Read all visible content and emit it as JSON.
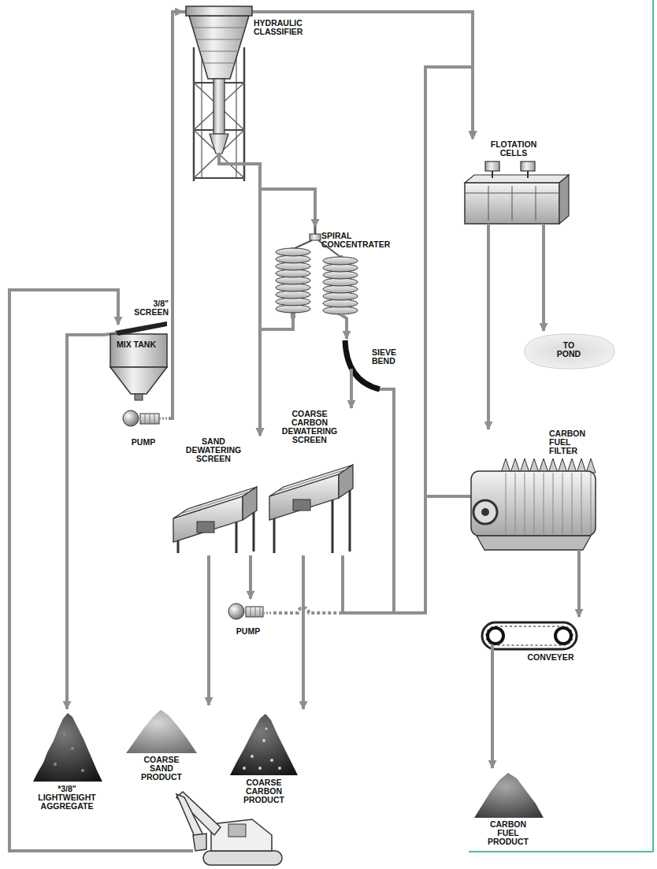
{
  "diagram": {
    "nodes": [
      {
        "text": [
          "HYDRAULIC CLASSIFIER"
        ]
      },
      {
        "text": [
          "FLOTATION CELLS"
        ]
      },
      {
        "text": [
          "SPIRAL CONCENTRATER"
        ]
      },
      {
        "text": [
          "3/8\" SCREEN",
          "MIX TANK"
        ]
      },
      {
        "text": [
          "TO POND"
        ]
      },
      {
        "text": [
          "SIEVE BEND"
        ]
      },
      {
        "text": [
          "PUMP"
        ]
      },
      {
        "text": [
          "SAND DEWATERING SCREEN"
        ]
      },
      {
        "text": [
          "COARSE CARBON DEWATERING SCREEN"
        ]
      },
      {
        "text": [
          "CARBON FUEL FILTER"
        ]
      },
      {
        "text": [
          "PUMP"
        ]
      },
      {
        "text": [
          "CONVEYER"
        ]
      },
      {
        "text": [
          "*3/8\" LIGHTWEIGHT AGGREGATE"
        ]
      },
      {
        "text": [
          "COARSE SAND PRODUCT"
        ]
      },
      {
        "text": [
          "COARSE CARBON PRODUCT"
        ]
      },
      {
        "text": [
          "CARBON FUEL PRODUCT"
        ]
      }
    ],
    "edges": [
      {
        "from": 6,
        "to": 0,
        "arrow": "to"
      },
      {
        "from": 0,
        "to": 1,
        "arrow": "to"
      },
      {
        "from": 0,
        "to": 2,
        "arrow": "to"
      },
      {
        "from": 0,
        "to": 7,
        "arrow": "to"
      },
      {
        "from": 2,
        "to": 7,
        "arrow": "to"
      },
      {
        "from": 2,
        "to": 5,
        "arrow": "to"
      },
      {
        "from": 5,
        "to": 8,
        "arrow": "to"
      },
      {
        "from": 5,
        "to": 1,
        "arrow": "to"
      },
      {
        "from": 8,
        "to": 1,
        "arrow": "to"
      },
      {
        "from": 7,
        "to": 10,
        "arrow": "to"
      },
      {
        "from": 10,
        "to": 1,
        "arrow": "to"
      },
      {
        "from": 1,
        "to": 4,
        "arrow": "to"
      },
      {
        "from": 1,
        "to": 9,
        "arrow": "to"
      },
      {
        "from": 9,
        "to": 1,
        "arrow": "to"
      },
      {
        "from": 9,
        "to": 11,
        "arrow": "to"
      },
      {
        "from": 11,
        "to": 15,
        "arrow": "to"
      },
      {
        "from": 3,
        "to": 12,
        "arrow": "to"
      },
      {
        "from": 7,
        "to": 13,
        "arrow": "to"
      },
      {
        "from": 8,
        "to": 14,
        "arrow": "to"
      }
    ]
  }
}
